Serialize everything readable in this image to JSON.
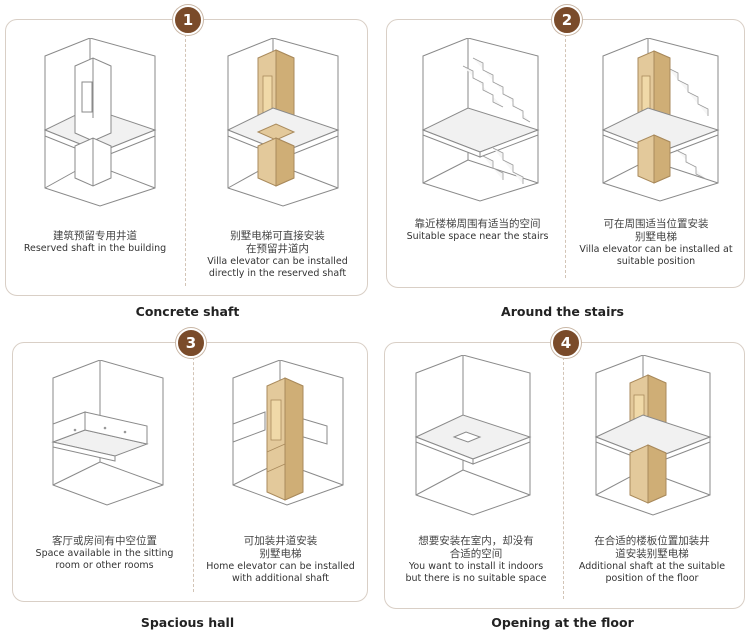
{
  "panels": [
    {
      "badge": "1",
      "title": "Concrete shaft",
      "left": {
        "zh": "建筑预留专用井道",
        "en": "Reserved shaft in the building"
      },
      "right": {
        "zh1": "别墅电梯可直接安装",
        "zh2": "在预留井道内",
        "en1": "Villa elevator can be installed",
        "en2": "directly in the reserved shaft"
      }
    },
    {
      "badge": "2",
      "title": "Around the stairs",
      "left": {
        "zh": "靠近楼梯周围有适当的空间",
        "en": "Suitable space near the stairs"
      },
      "right": {
        "zh1": "可在周围适当位置安装",
        "zh2": "别墅电梯",
        "en1": "Villa elevator can be installed at",
        "en2": "suitable position"
      }
    },
    {
      "badge": "3",
      "title": "Spacious hall",
      "left": {
        "zh": "客厅或房间有中空位置",
        "en1": "Space available in the sitting",
        "en2": "room or other rooms"
      },
      "right": {
        "zh1": "可加装井道安装",
        "zh2": "别墅电梯",
        "en1": "Home elevator can be installed",
        "en2": "with additional shaft"
      }
    },
    {
      "badge": "4",
      "title": "Opening at the floor",
      "left": {
        "zh1": "想要安装在室内，却没有",
        "zh2": "合适的空间",
        "en1": "You want to install it indoors",
        "en2": "but there is no suitable space"
      },
      "right": {
        "zh1": "在合适的楼板位置加装井",
        "zh2": "道安装别墅电梯",
        "en1": "Additional shaft at the suitable",
        "en2": "position of the floor"
      }
    }
  ],
  "colors": {
    "badge": "#7a4b2a",
    "elevator": "#e3c99b",
    "border": "#d9cfc6"
  }
}
